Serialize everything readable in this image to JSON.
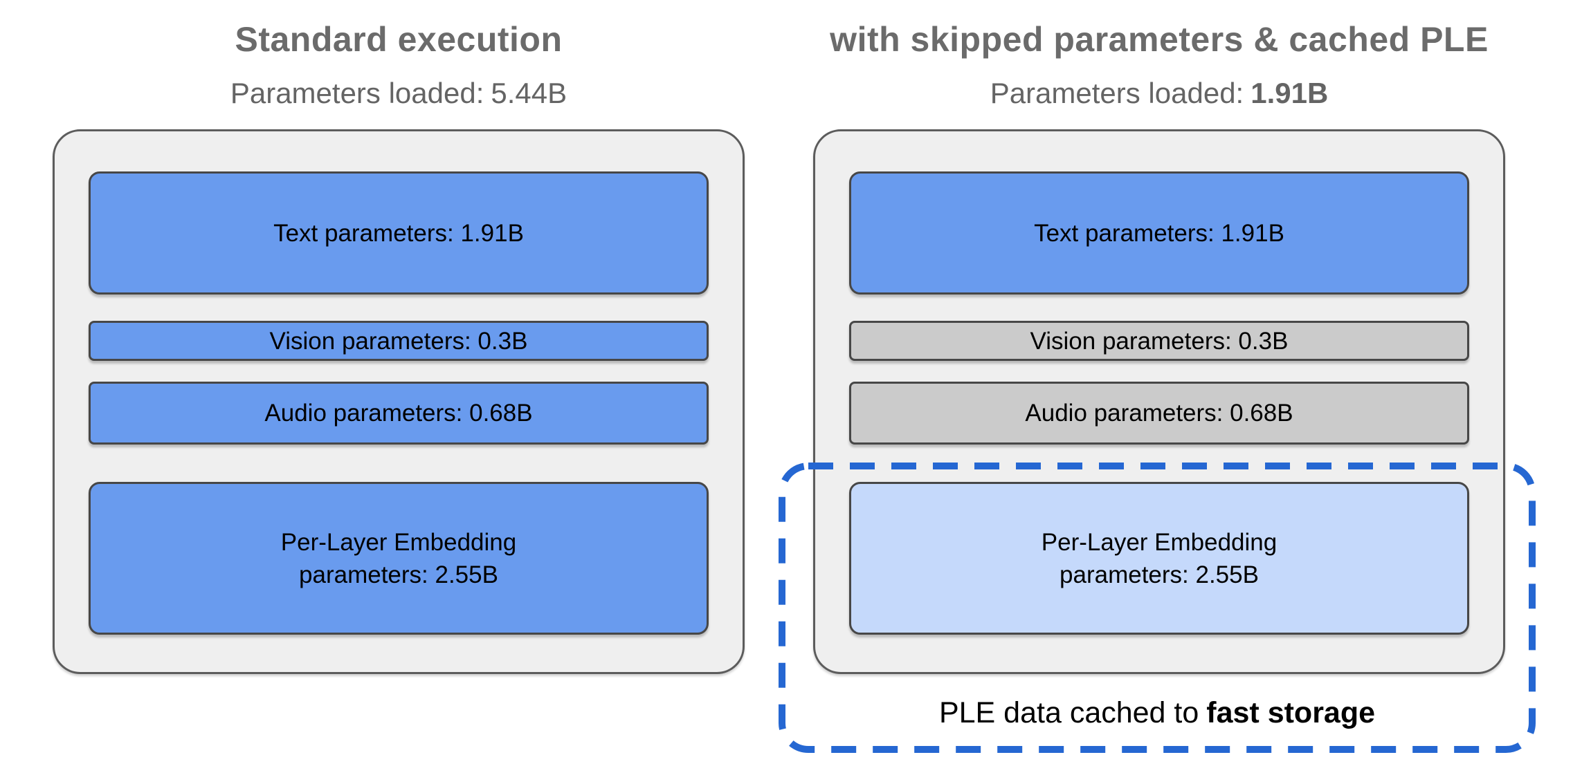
{
  "diagram": {
    "left": {
      "title": "Standard execution",
      "subtitle_label": "Parameters loaded:",
      "subtitle_value": "5.44B",
      "box_text": "Text parameters: 1.91B",
      "box_vision": "Vision parameters: 0.3B",
      "box_audio": "Audio parameters: 0.68B",
      "box_ple_line1": "Per-Layer Embedding",
      "box_ple_line2": "parameters: 2.55B"
    },
    "right": {
      "title": "with skipped parameters & cached PLE",
      "subtitle_label": "Parameters loaded:",
      "subtitle_value": "1.91B",
      "box_text": "Text parameters: 1.91B",
      "box_vision": "Vision parameters: 0.3B",
      "box_audio": "Audio parameters: 0.68B",
      "box_ple_line1": "Per-Layer Embedding",
      "box_ple_line2": "parameters: 2.55B",
      "caption_prefix": "PLE data cached to",
      "caption_bold": "fast storage"
    },
    "colors": {
      "loaded_box_blue": "#699bee",
      "skipped_box_gray": "#cbcbcb",
      "cached_box_light_blue": "#c5d9fb",
      "container_fill": "#efefef",
      "container_border": "#5c5c5c",
      "box_border": "#474747",
      "dashed_outline_blue": "#2567d2",
      "heading_gray": "#6b6b6b",
      "caption_black": "#000000"
    }
  }
}
